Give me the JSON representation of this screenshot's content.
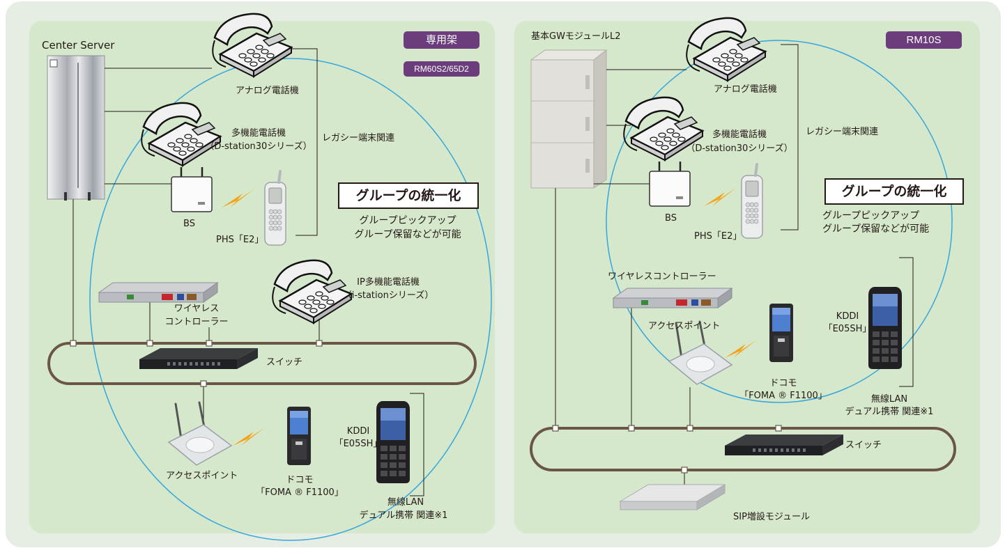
{
  "colors": {
    "outer_bg": "#e6eee3",
    "panel_bg": "#d6e8cb",
    "badge": "#6b3d7c",
    "ellipse": "#35a6dc",
    "ring": "#6b5646",
    "node": "#ffffff",
    "bolt": "#f3a31a"
  },
  "left": {
    "server_label": "Center Server",
    "badge_main": "専用架",
    "badge_sub": "RM60S2/65D2",
    "analog_phone": "アナログ電話機",
    "multi_phone_line1": "多機能電話機",
    "multi_phone_line2": "（D-station30シリーズ）",
    "legacy": "レガシー端末関連",
    "bs": "BS",
    "phs": "PHS「E2」",
    "group_title": "グループの統一化",
    "group_line1": "グループピックアップ",
    "group_line2": "グループ保留などが可能",
    "ip_phone_line1": "IP多機能電話機",
    "ip_phone_line2": "（i-stationシリーズ）",
    "wireless_ctrl_line1": "ワイヤレス",
    "wireless_ctrl_line2": "コントローラー",
    "switch": "スイッチ",
    "access_point": "アクセスポイント",
    "docomo_line1": "ドコモ",
    "docomo_line2": "「FOMA ® F1100」",
    "kddi_line1": "KDDI",
    "kddi_line2": "「E05SH」",
    "wlan_line1": "無線LAN",
    "wlan_line2": "デュアル携帯 関連※1"
  },
  "right": {
    "gw_label": "基本GWモジュールL2",
    "badge_main": "RM10S",
    "analog_phone": "アナログ電話機",
    "multi_phone_line1": "多機能電話機",
    "multi_phone_line2": "（D-station30シリーズ）",
    "legacy": "レガシー端末関連",
    "bs": "BS",
    "phs": "PHS「E2」",
    "group_title": "グループの統一化",
    "group_line1": "グループピックアップ",
    "group_line2": "グループ保留などが可能",
    "wireless_ctrl": "ワイヤレスコントローラー",
    "access_point": "アクセスポイント",
    "docomo_line1": "ドコモ",
    "docomo_line2": "「FOMA ® F1100」",
    "kddi_line1": "KDDI",
    "kddi_line2": "「E05SH」",
    "wlan_line1": "無線LAN",
    "wlan_line2": "デュアル携帯 関連※1",
    "switch": "スイッチ",
    "sip": "SIP増設モジュール"
  }
}
